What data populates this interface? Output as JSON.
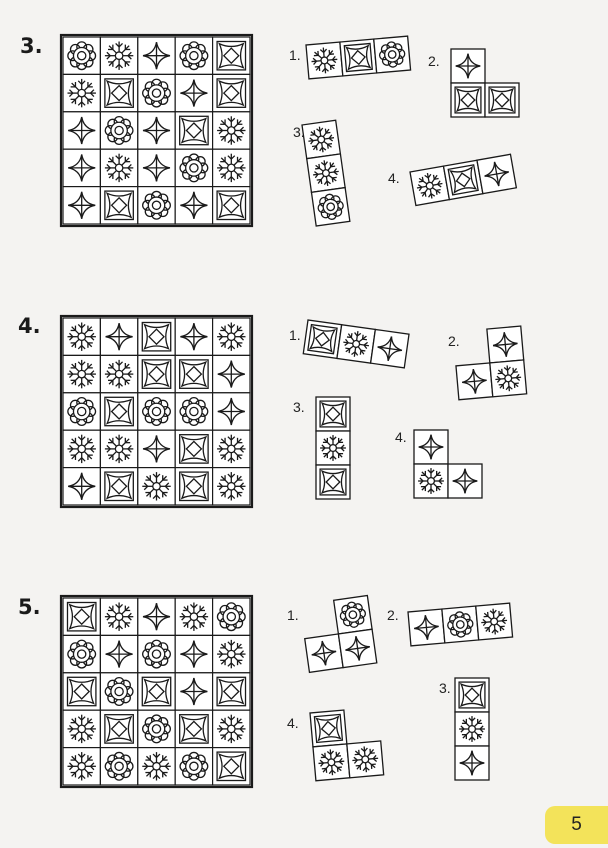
{
  "problems": [
    {
      "label": "3.",
      "grid": [
        [
          "flower",
          "snowflake",
          "diamond",
          "flower",
          "square"
        ],
        [
          "snowflake",
          "square",
          "flower",
          "diamond",
          "square"
        ],
        [
          "diamond",
          "flower",
          "diamond",
          "square",
          "snowflake"
        ],
        [
          "diamond",
          "snowflake",
          "diamond",
          "flower",
          "snowflake"
        ],
        [
          "diamond",
          "square",
          "flower",
          "diamond",
          "square"
        ]
      ],
      "options": [
        {
          "label": "1.",
          "shape": "h3",
          "cells": [
            "snowflake",
            "square",
            "flower"
          ]
        },
        {
          "label": "2.",
          "shape": "L",
          "cells": [
            "diamond",
            "square",
            "square"
          ]
        },
        {
          "label": "3.",
          "shape": "v3",
          "cells": [
            "snowflake",
            "snowflake",
            "flower"
          ]
        },
        {
          "label": "4.",
          "shape": "h3",
          "cells": [
            "snowflake",
            "square",
            "diamond"
          ]
        }
      ]
    },
    {
      "label": "4.",
      "grid": [
        [
          "snowflake",
          "diamond",
          "square",
          "diamond",
          "snowflake"
        ],
        [
          "snowflake",
          "snowflake",
          "square",
          "square",
          "diamond"
        ],
        [
          "flower",
          "square",
          "flower",
          "flower",
          "diamond"
        ],
        [
          "snowflake",
          "snowflake",
          "diamond",
          "square",
          "snowflake"
        ],
        [
          "diamond",
          "square",
          "snowflake",
          "square",
          "snowflake"
        ]
      ],
      "options": [
        {
          "label": "1.",
          "shape": "h3",
          "cells": [
            "square",
            "snowflake",
            "diamond"
          ]
        },
        {
          "label": "2.",
          "shape": "J",
          "cells": [
            "diamond",
            "diamond",
            "snowflake"
          ]
        },
        {
          "label": "3.",
          "shape": "v3",
          "cells": [
            "square",
            "snowflake",
            "square"
          ]
        },
        {
          "label": "4.",
          "shape": "L",
          "cells": [
            "diamond",
            "snowflake",
            "diamond"
          ]
        }
      ]
    },
    {
      "label": "5.",
      "grid": [
        [
          "square",
          "snowflake",
          "diamond",
          "snowflake",
          "flower"
        ],
        [
          "flower",
          "diamond",
          "flower",
          "diamond",
          "snowflake"
        ],
        [
          "square",
          "flower",
          "square",
          "diamond",
          "square"
        ],
        [
          "snowflake",
          "square",
          "flower",
          "square",
          "snowflake"
        ],
        [
          "snowflake",
          "flower",
          "snowflake",
          "flower",
          "square"
        ]
      ],
      "options": [
        {
          "label": "1.",
          "shape": "J",
          "cells": [
            "flower",
            "diamond",
            "diamond"
          ]
        },
        {
          "label": "2.",
          "shape": "h3",
          "cells": [
            "diamond",
            "flower",
            "snowflake"
          ]
        },
        {
          "label": "3.",
          "shape": "v3",
          "cells": [
            "square",
            "snowflake",
            "diamond"
          ]
        },
        {
          "label": "4.",
          "shape": "L",
          "cells": [
            "square",
            "snowflake",
            "snowflake"
          ]
        }
      ]
    }
  ],
  "page_number": "5",
  "accent_color": "#f3e35a"
}
